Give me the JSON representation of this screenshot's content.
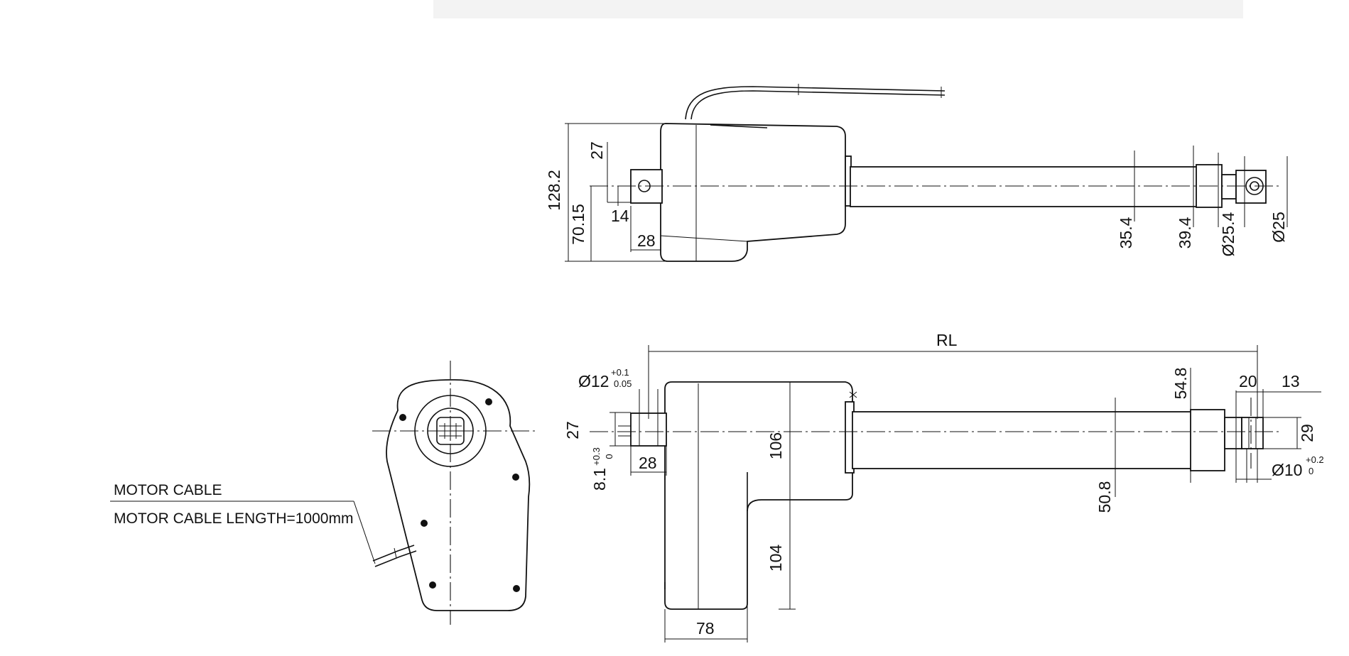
{
  "diagram": {
    "top_view": {
      "overall_height": "128.2",
      "mount_offset": "70.15",
      "dim_27": "27",
      "dim_14": "14",
      "dim_28": "28",
      "rod_dim": "35.4",
      "tube_dim": "39.4",
      "rod_end_dia": "Ø25.4",
      "end_dia": "Ø25"
    },
    "front_view": {
      "retracted_length": "RL",
      "pin_hole": "Ø12",
      "pin_hole_tol_upper": "+0.1",
      "pin_hole_tol_lower": "0.05",
      "dim_27": "27",
      "dim_28": "28",
      "slot": "8.1",
      "slot_tol_upper": "+0.3",
      "slot_tol_lower": "0",
      "motor_height_upper": "106",
      "motor_height_lower": "104",
      "motor_width": "78",
      "tube_dim": "54.8",
      "rod_dim": "50.8",
      "dim_20": "20",
      "dim_13": "13",
      "dim_29": "29",
      "end_hole": "Ø10",
      "end_hole_tol_upper": "+0.2",
      "end_hole_tol_lower": "0"
    },
    "side_view": {
      "cable_label": "MOTOR CABLE",
      "cable_length_label": "MOTOR CABLE LENGTH=1000mm"
    }
  }
}
